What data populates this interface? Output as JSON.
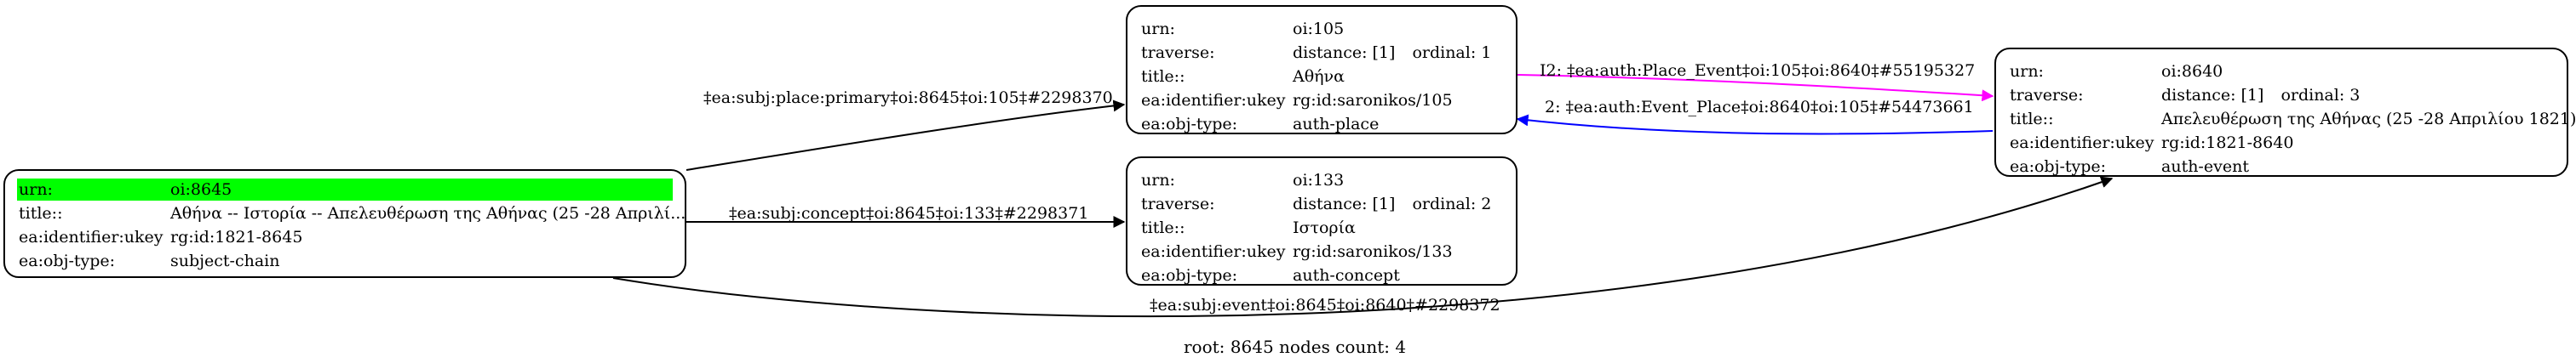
{
  "nodes": {
    "n8645": {
      "urn_label": "urn:",
      "urn_value": "oi:8645",
      "title_label": "title::",
      "title_value": "Αθήνα -- Ιστορία -- Απελευθέρωση της Αθήνας (25 -28 Απριλί...",
      "ukey_label": "ea:identifier:ukey",
      "ukey_value": "rg:id:1821-8645",
      "type_label": "ea:obj-type:",
      "type_value": "subject-chain"
    },
    "n105": {
      "urn_label": "urn:",
      "urn_value": "oi:105",
      "traverse_label": "traverse:",
      "distance": "distance: [1]",
      "ordinal": "ordinal: 1",
      "title_label": "title::",
      "title_value": "Αθήνα",
      "ukey_label": "ea:identifier:ukey",
      "ukey_value": "rg:id:saronikos/105",
      "type_label": "ea:obj-type:",
      "type_value": "auth-place"
    },
    "n133": {
      "urn_label": "urn:",
      "urn_value": "oi:133",
      "traverse_label": "traverse:",
      "distance": "distance: [1]",
      "ordinal": "ordinal: 2",
      "title_label": "title::",
      "title_value": "Ιστορία",
      "ukey_label": "ea:identifier:ukey",
      "ukey_value": "rg:id:saronikos/133",
      "type_label": "ea:obj-type:",
      "type_value": "auth-concept"
    },
    "n8640": {
      "urn_label": "urn:",
      "urn_value": "oi:8640",
      "traverse_label": "traverse:",
      "distance": "distance: [1]",
      "ordinal": "ordinal: 3",
      "title_label": "title::",
      "title_value": "Απελευθέρωση της Αθήνας (25 -28 Απριλίου 1821)",
      "ukey_label": "ea:identifier:ukey",
      "ukey_value": "rg:id:1821-8640",
      "type_label": "ea:obj-type:",
      "type_value": "auth-event"
    }
  },
  "edges": {
    "place": {
      "label": "‡ea:subj:place:primary‡oi:8645‡oi:105‡#2298370",
      "color": "#000000"
    },
    "concept": {
      "label": "‡ea:subj:concept‡oi:8645‡oi:133‡#2298371",
      "color": "#000000"
    },
    "event": {
      "label": "‡ea:subj:event‡oi:8645‡oi:8640‡#2298372",
      "color": "#000000"
    },
    "i2": {
      "label": "I2: ‡ea:auth:Place_Event‡oi:105‡oi:8640‡#55195327",
      "color": "#ff00ff"
    },
    "e2": {
      "label": "2: ‡ea:auth:Event_Place‡oi:8640‡oi:105‡#54473661",
      "color": "#0000ff"
    }
  },
  "footer": {
    "text": "root: 8645 nodes count: 4"
  },
  "colors": {
    "highlight": "#00ff00",
    "stroke": "#000000",
    "background": "#ffffff"
  }
}
